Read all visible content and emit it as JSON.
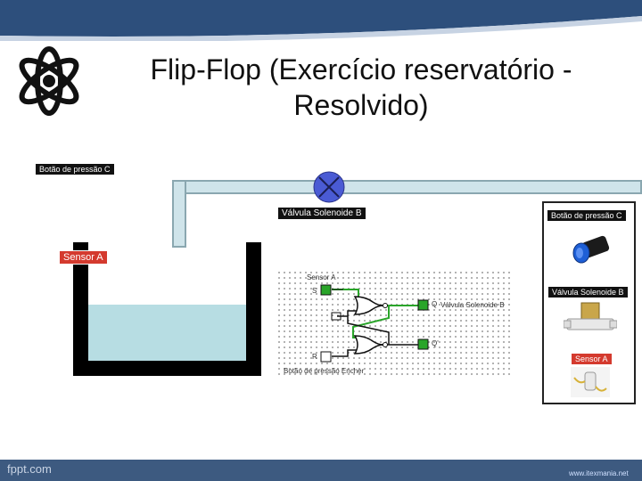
{
  "slide": {
    "title_line1": "Flip-Flop  (Exercício reservatório -",
    "title_line2": "Resolvido)"
  },
  "labels": {
    "botao_c_top": "Botão de pressão C",
    "valvula_b": "Válvula Solenoide B",
    "sensor_a": "Sensor A"
  },
  "circuit": {
    "sensor_a_label": "Sensor A",
    "input_s": "S",
    "input_r": "R",
    "output_q": "Q",
    "output_q_label": "Válvula Solenoide B",
    "output_qn": "Q'",
    "botao_label": "Botão de pressão Encher"
  },
  "panel": {
    "items": [
      {
        "label": "Botão de pressão C"
      },
      {
        "label": "Válvula Solenoide B"
      },
      {
        "label": "Sensor A"
      }
    ]
  },
  "footer": {
    "brand": "fppt.com",
    "site": "www.itexmania.net"
  },
  "colors": {
    "top_band": "#2d4f7c",
    "footer": "#3d5a80",
    "valve_fill": "#4a5bd4",
    "water": "#b7dde3",
    "pipe": "#cfe4ea",
    "green_io": "#2aa52a",
    "label_red": "#d43a2e"
  }
}
